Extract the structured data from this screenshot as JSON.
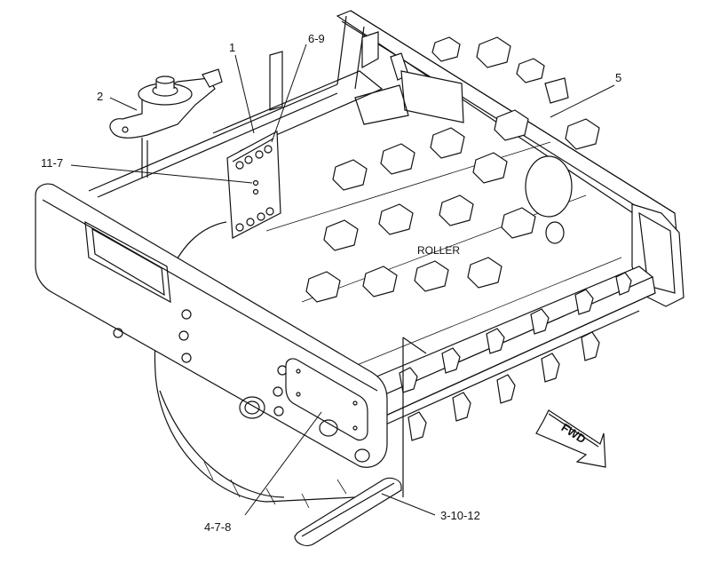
{
  "part_labels": {
    "l1": "1",
    "l2": "2",
    "l5": "5",
    "l69": "6-9",
    "l117": "11-7",
    "l478": "4-7-8",
    "l31012": "3-10-12"
  },
  "roller_label": "ROLLER",
  "fwd_label": "FWD"
}
